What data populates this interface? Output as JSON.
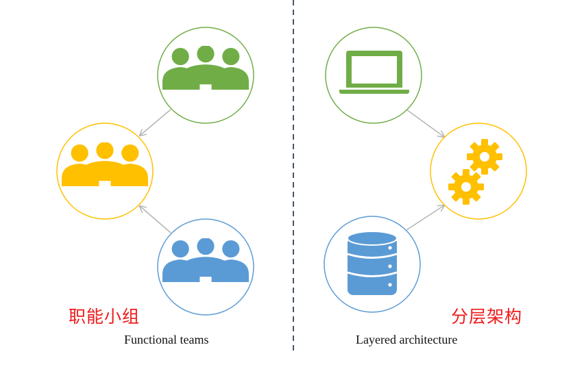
{
  "left_panel": {
    "title_cn": "职能小组",
    "caption": "Functional teams",
    "nodes": [
      {
        "icon": "team-icon",
        "color": "#70ad47"
      },
      {
        "icon": "team-icon",
        "color": "#ffc000"
      },
      {
        "icon": "team-icon",
        "color": "#5b9bd5"
      }
    ]
  },
  "right_panel": {
    "title_cn": "分层架构",
    "caption": "Layered architecture",
    "nodes": [
      {
        "icon": "laptop-icon",
        "color": "#70ad47"
      },
      {
        "icon": "gears-icon",
        "color": "#ffc000"
      },
      {
        "icon": "database-icon",
        "color": "#5b9bd5"
      }
    ]
  },
  "colors": {
    "green": "#70ad47",
    "yellow": "#ffc000",
    "blue": "#5b9bd5",
    "arrow": "#b4b4b4",
    "divider": "#44546a",
    "title_red": "#ee1b1b"
  }
}
